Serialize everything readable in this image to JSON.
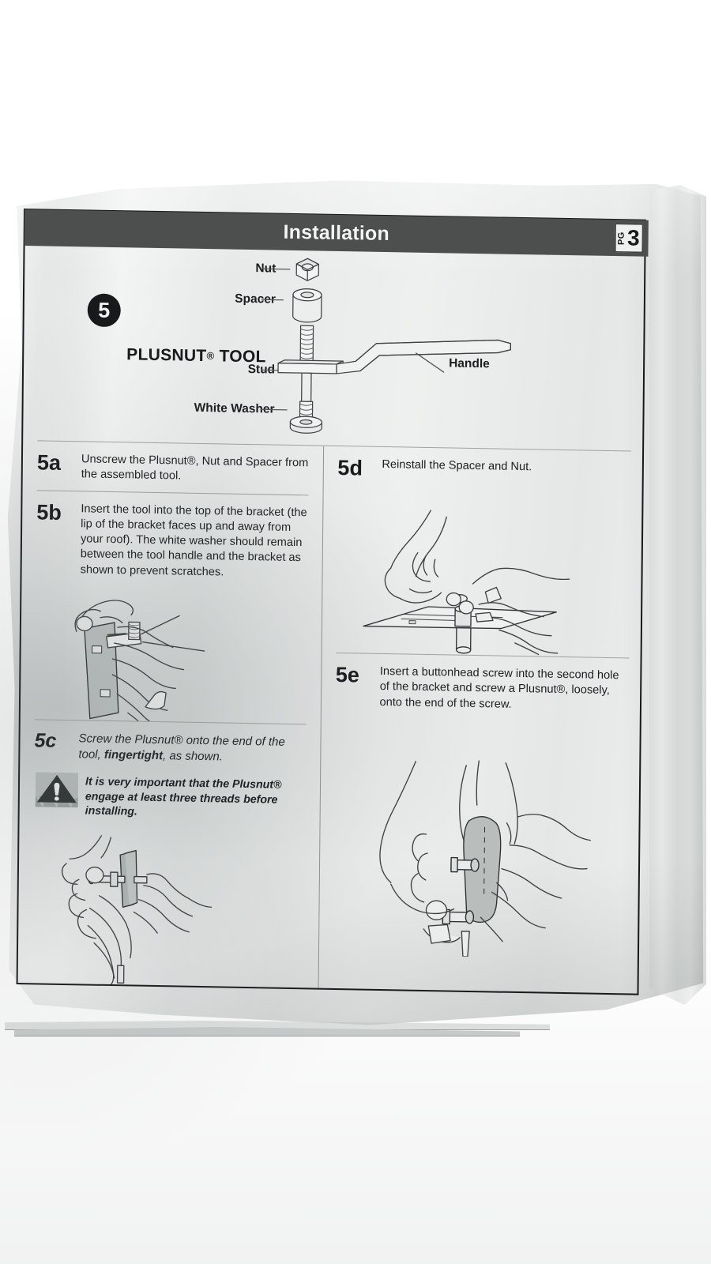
{
  "header": {
    "title": "Installation",
    "page_prefix": "PG",
    "page_number": "3"
  },
  "section": {
    "step_badge": "5",
    "title": "PLUSNUT® TOOL",
    "title_main": "PLUSNUT",
    "title_reg": "®",
    "title_suffix": " TOOL"
  },
  "diagram": {
    "labels": {
      "nut": "Nut",
      "spacer": "Spacer",
      "stud": "Stud",
      "white_washer": "White Washer",
      "handle": "Handle"
    }
  },
  "steps": [
    {
      "id": "5a",
      "number": "5a",
      "text": "Unscrew the Plusnut®, Nut and Spacer from the assembled tool.",
      "column": "left",
      "style": "regular"
    },
    {
      "id": "5b",
      "number": "5b",
      "text": "Insert the tool into the top of the bracket (the lip of the bracket faces up and away from your roof). The white washer should remain between the tool handle and the bracket as shown to prevent scratches.",
      "column": "left",
      "style": "regular"
    },
    {
      "id": "5c",
      "number": "5c",
      "text_part1": "Screw the Plusnut® onto the end of the tool, ",
      "text_bold": "fingertight",
      "text_part2": ", as shown.",
      "text": "Screw the Plusnut® onto the end of the tool, fingertight, as shown.",
      "column": "left",
      "style": "italic"
    },
    {
      "id": "5d",
      "number": "5d",
      "text": "Reinstall the Spacer and Nut.",
      "column": "right",
      "style": "regular"
    },
    {
      "id": "5e",
      "number": "5e",
      "text": "Insert a buttonhead screw into the second hole of the bracket and screw a Plusnut®, loosely, onto the end of the screw.",
      "column": "right",
      "style": "regular"
    }
  ],
  "warning": {
    "icon": "warning-triangle-icon",
    "text": "It is very important that the Plusnut® engage at least three threads before installing."
  },
  "colors": {
    "header_bar": "#4c4f4e",
    "header_text": "#f3f5f4",
    "ink": "#17191a",
    "paper": "#e9ebea",
    "rule": "#9ea4a3",
    "illustration_line": "#3c4041",
    "illustration_fill": "#b8bdbc"
  },
  "illustrations": {
    "tool_diagram": "exploded-plusnut-tool-diagram",
    "step_5b": "hand-inserting-tool-into-bracket",
    "step_5c": "hand-screwing-plusnut-onto-tool",
    "step_5d": "hands-reinstalling-spacer-and-nut",
    "step_5e": "hands-inserting-buttonhead-screw"
  }
}
